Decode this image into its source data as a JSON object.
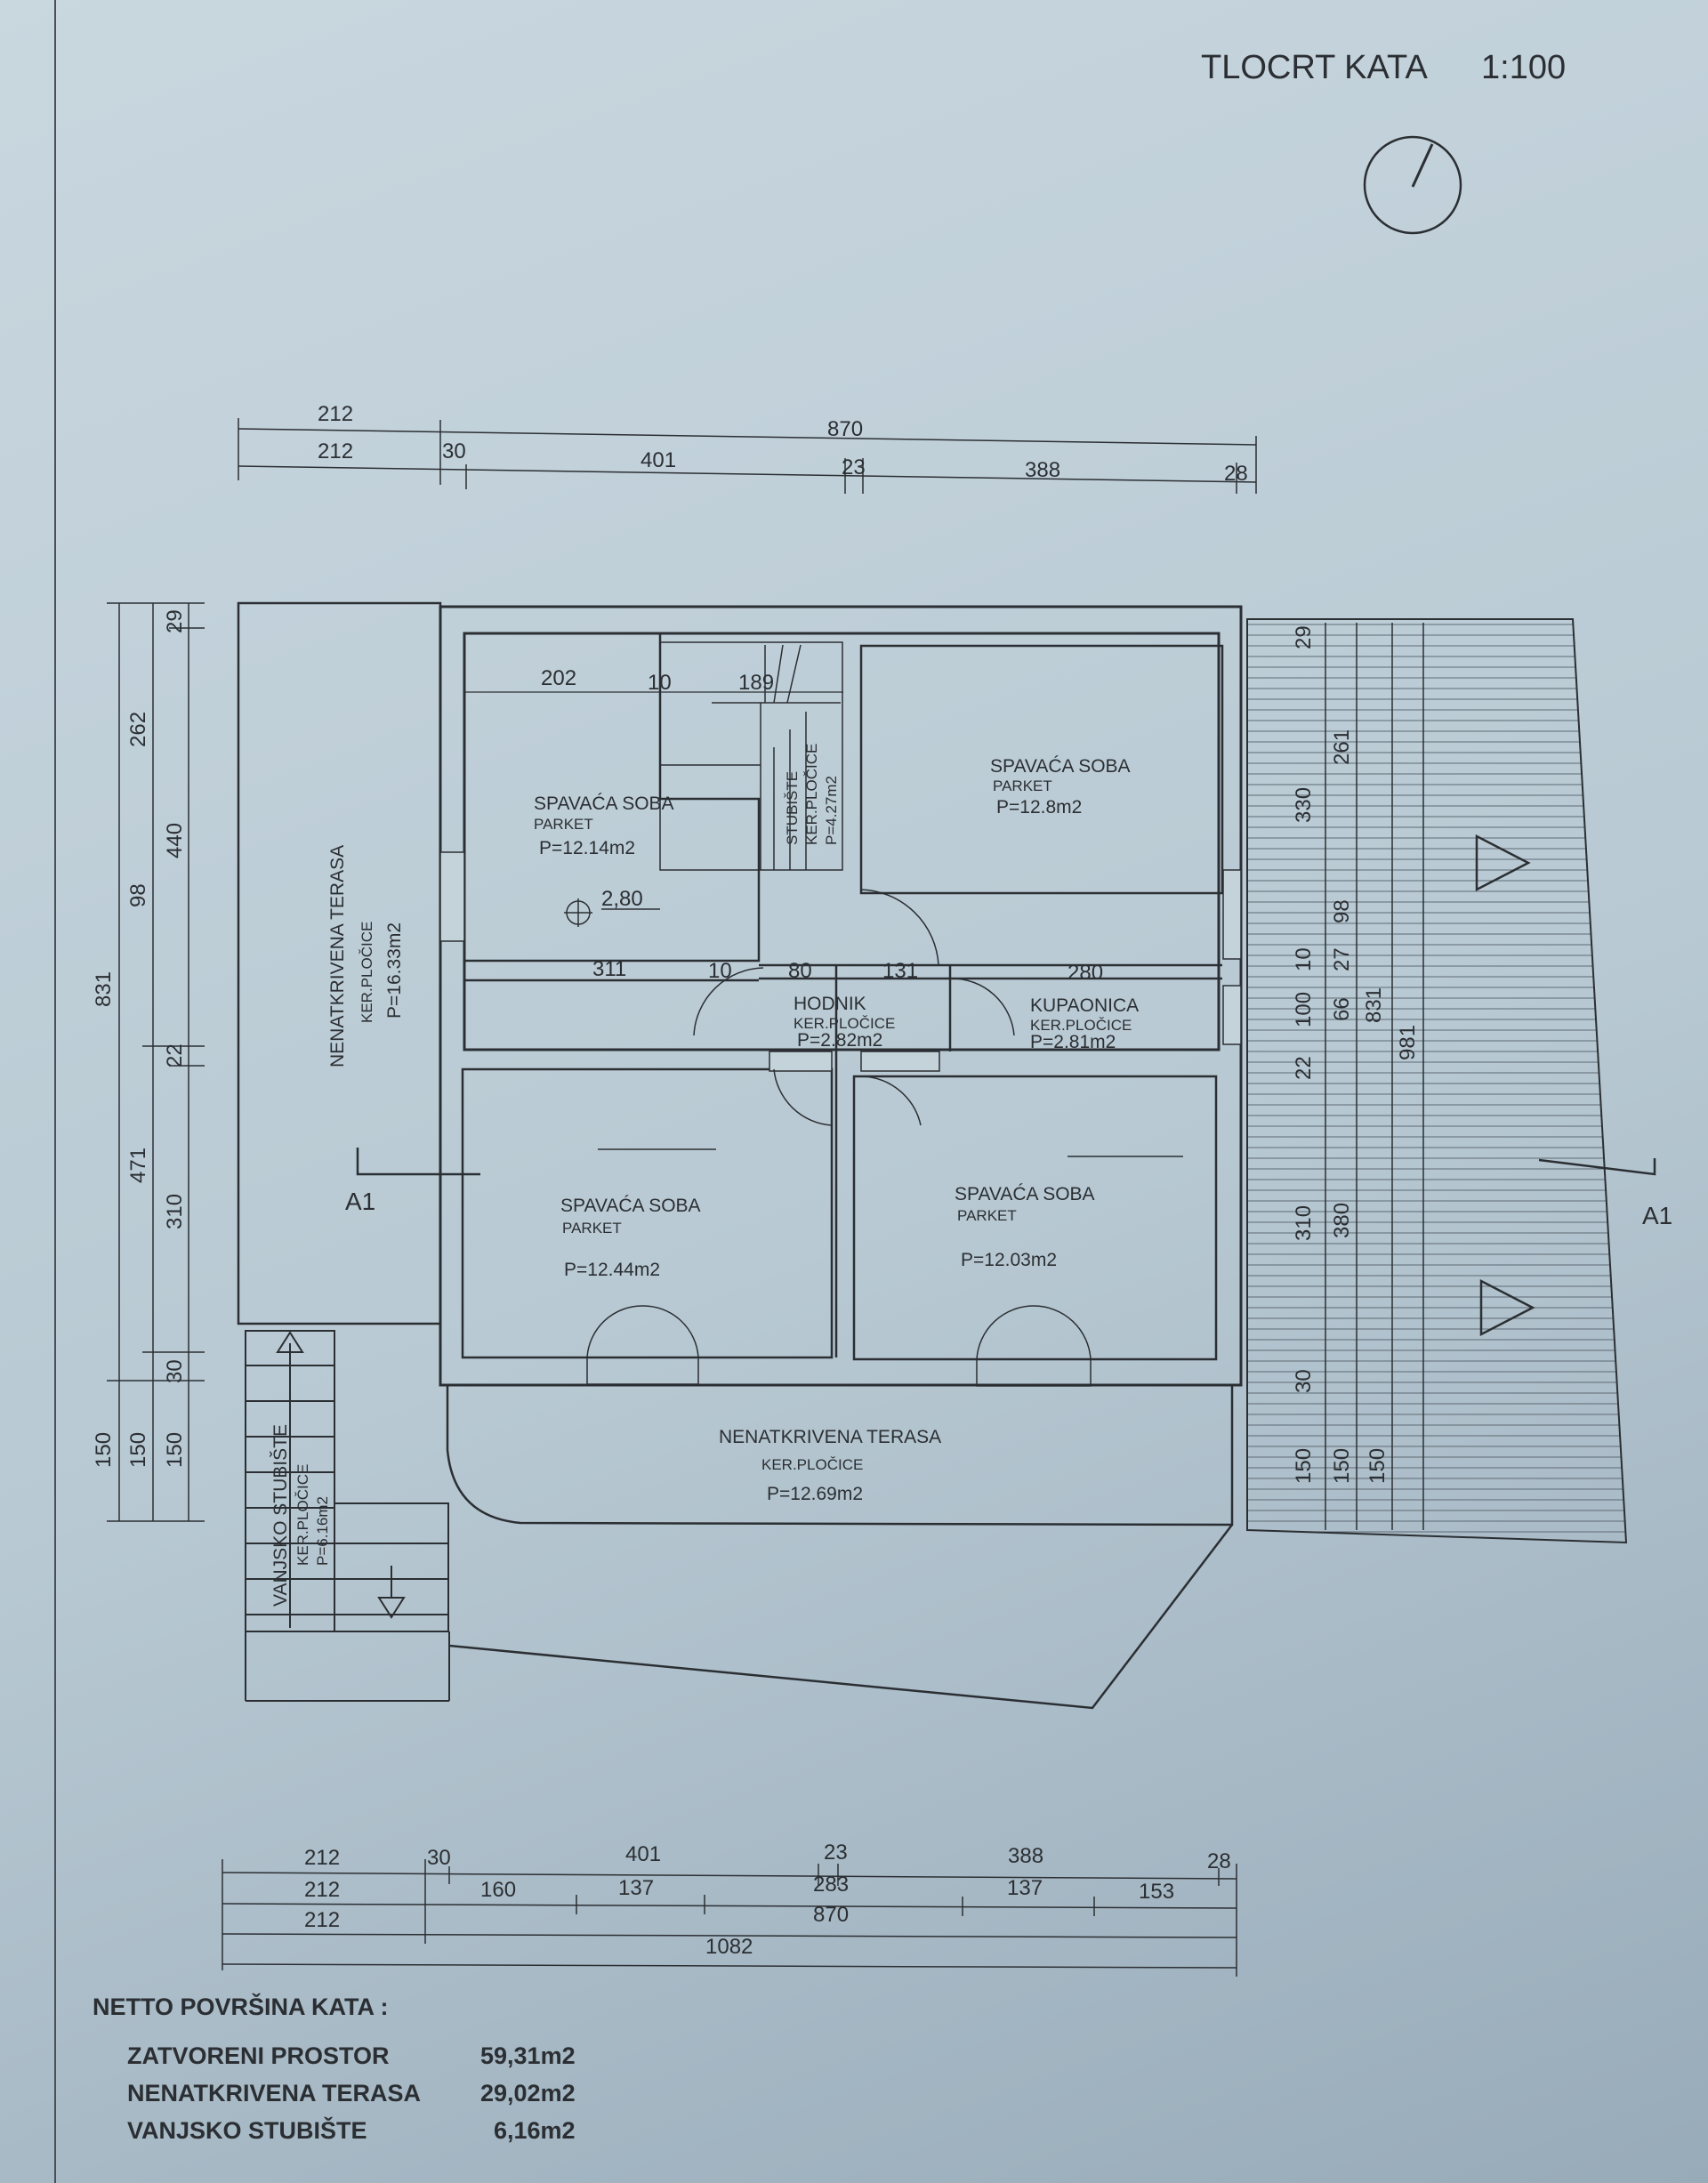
{
  "title": "TLOCRT KATA",
  "scale": "1:100",
  "section_label": "A1",
  "rooms": [
    {
      "id": "bed1",
      "name": "SPAVAĆA SOBA",
      "floor": "PARKET",
      "area": "P=12.14m2"
    },
    {
      "id": "bed2",
      "name": "SPAVAĆA SOBA",
      "floor": "PARKET",
      "area": "P=12.8m2"
    },
    {
      "id": "bed3",
      "name": "SPAVAĆA SOBA",
      "floor": "PARKET",
      "area": "P=12.44m2"
    },
    {
      "id": "bed4",
      "name": "SPAVAĆA SOBA",
      "floor": "PARKET",
      "area": "P=12.03m2"
    },
    {
      "id": "stair",
      "name": "STUBIŠTE",
      "floor": "KER.PLOČICE",
      "area": "P=4.27m2"
    },
    {
      "id": "hall",
      "name": "HODNIK",
      "floor": "KER.PLOČICE",
      "area": "P=2.82m2"
    },
    {
      "id": "bath",
      "name": "KUPAONICA",
      "floor": "KER.PLOČICE",
      "area": "P=2.81m2"
    },
    {
      "id": "terrace_w",
      "name": "NENATKRIVENA TERASA",
      "floor": "KER.PLOČICE",
      "area": "P=16.33m2"
    },
    {
      "id": "terrace_s",
      "name": "NENATKRIVENA TERASA",
      "floor": "KER.PLOČICE",
      "area": "P=12.69m2"
    },
    {
      "id": "ext_stair",
      "name": "VANJSKO STUBIŠTE",
      "floor": "KER.PLOČICE",
      "area": "P=6.16m2"
    }
  ],
  "level_mark": "2,80",
  "dimensions": {
    "top_row1": [
      "212",
      "870"
    ],
    "top_row2": [
      "212",
      "30",
      "401",
      "23",
      "388",
      "28"
    ],
    "bottom_row1": [
      "212",
      "30",
      "401",
      "23",
      "388",
      "28"
    ],
    "bottom_row2": [
      "212",
      "160",
      "137",
      "283",
      "137",
      "153"
    ],
    "bottom_row3": [
      "212",
      "870"
    ],
    "bottom_row4": [
      "1082"
    ],
    "left_total": "831",
    "left_col2": [
      "98",
      "471",
      "150"
    ],
    "left_col3": [
      "262",
      "22",
      "310",
      "30",
      "150"
    ],
    "left_col4": [
      "29",
      "440",
      "150"
    ],
    "interior": [
      "202",
      "10",
      "189",
      "311",
      "10",
      "80",
      "131",
      "280"
    ],
    "right": [
      "29",
      "330",
      "261",
      "98",
      "10",
      "27",
      "100",
      "66",
      "831",
      "981",
      "22",
      "310",
      "380",
      "30",
      "150",
      "150",
      "150"
    ]
  },
  "summary": {
    "heading": "NETTO POVRŠINA KATA  :",
    "rows": [
      {
        "label": "ZATVORENI PROSTOR",
        "value": "59,31m2"
      },
      {
        "label": "NENATKRIVENA TERASA",
        "value": "29,02m2"
      },
      {
        "label": "VANJSKO STUBIŠTE",
        "value": "6,16m2"
      }
    ]
  }
}
